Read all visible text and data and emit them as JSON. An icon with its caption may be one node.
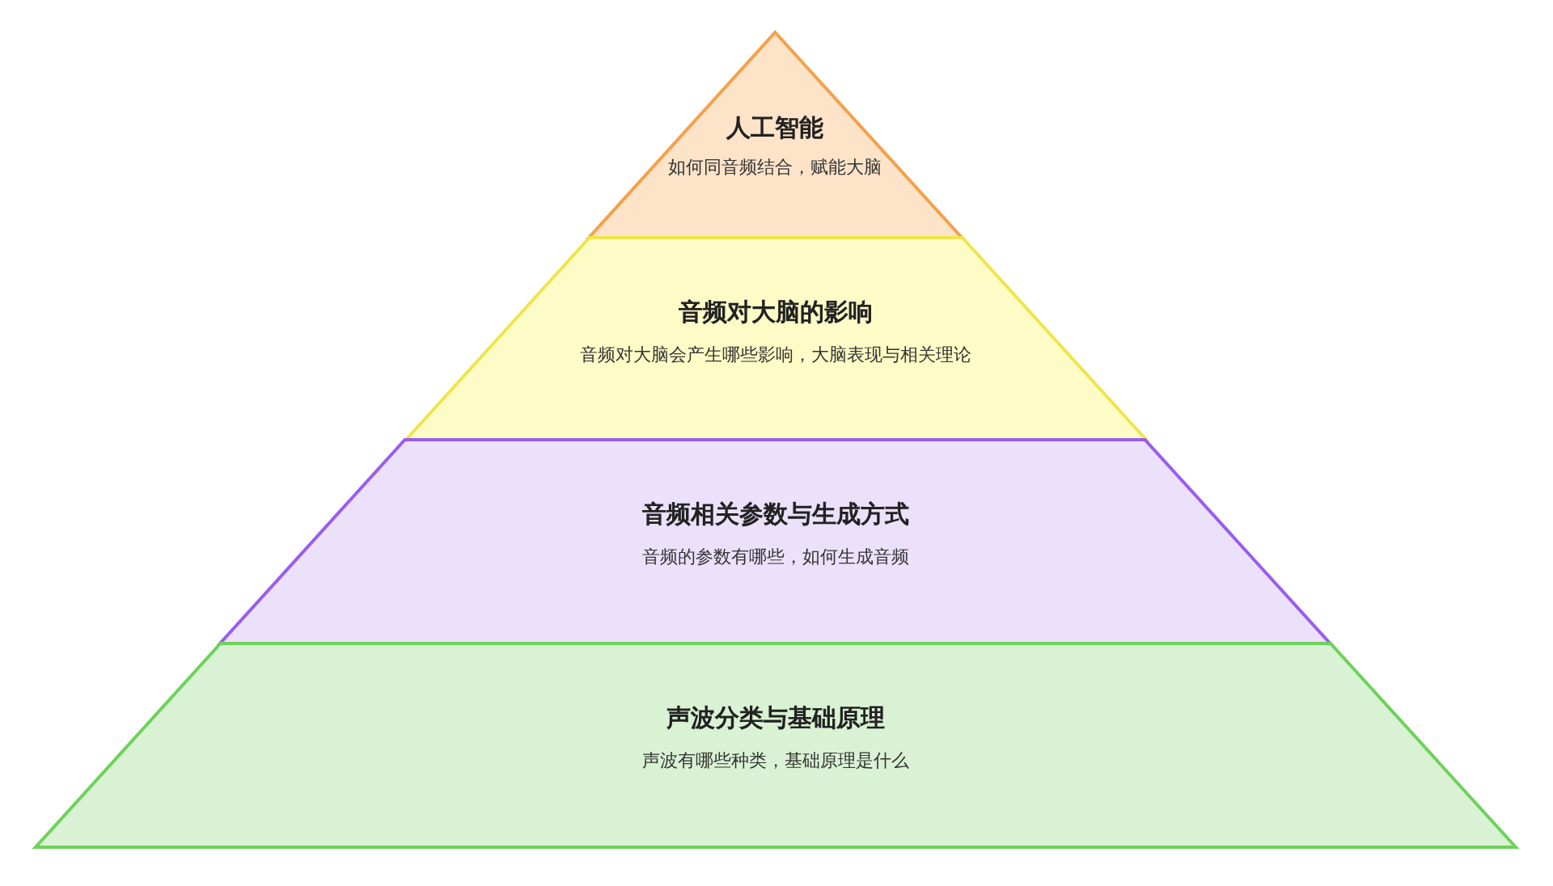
{
  "diagram": {
    "nodes": [
      {
        "text": [
          "人工智能",
          "如何同音频结合，赋能大脑"
        ]
      },
      {
        "text": [
          "音频对大脑的影响",
          "音频对大脑会产生哪些影响，大脑表现与相关理论"
        ]
      },
      {
        "text": [
          "音频相关参数与生成方式",
          "音频的参数有哪些，如何生成音频"
        ]
      },
      {
        "text": [
          "声波分类与基础原理",
          "声波有哪些种类，基础原理是什么"
        ]
      }
    ]
  }
}
